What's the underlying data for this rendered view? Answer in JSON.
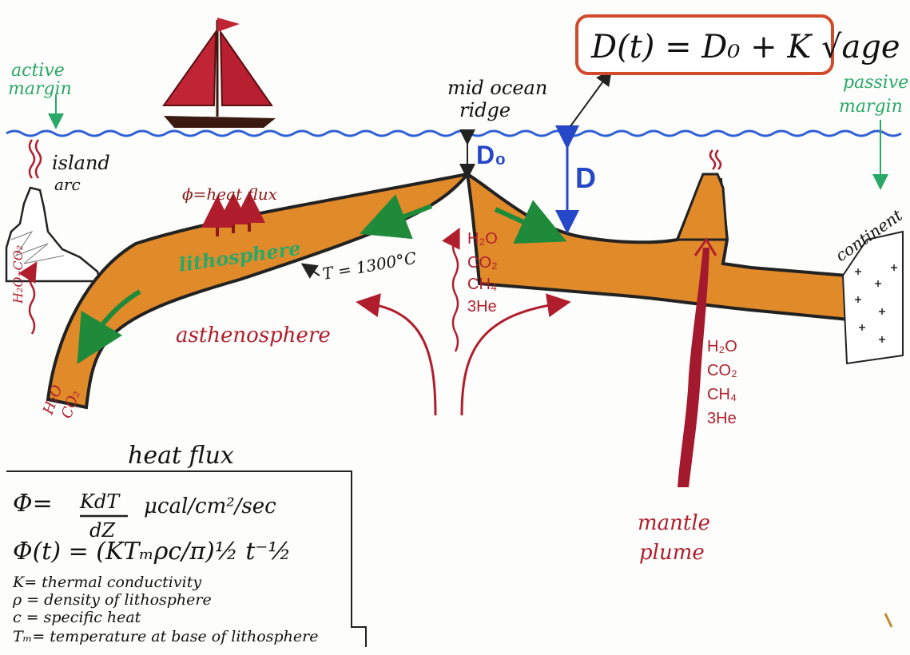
{
  "formula_depth": "D(t) = D₀ + K √age",
  "labels": {
    "active_margin_1": "active",
    "active_margin_2": "margin",
    "passive_margin_1": "passive",
    "passive_margin_2": "margin",
    "mid_ocean_1": "mid ocean",
    "mid_ocean_2": "ridge",
    "island_1": "island",
    "island_2": "arc",
    "d0": "D₀",
    "d": "D",
    "heat_flux_small": "ϕ=heat flux",
    "lithosphere": "lithosphere",
    "temp": "T = 1300°C",
    "asthenosphere": "asthenosphere",
    "continent": "continent",
    "mantle_1": "mantle",
    "mantle_2": "plume",
    "h2o_co2_left": "H₂O–CO₂",
    "h2o_bottom": "H₂O",
    "co2_bottom": "CO₂"
  },
  "gas_ridge": [
    "H₂O",
    "CO₂",
    "CH₄",
    "3He"
  ],
  "gas_plume": [
    "H₂O",
    "CO₂",
    "CH₄",
    "3He"
  ],
  "box": {
    "title": "heat flux",
    "eq1_lhs": "Φ=",
    "eq1_num": "KdT",
    "eq1_den": "dZ",
    "eq1_unit": "μcal/cm²/sec",
    "eq2": "Φ(t) = (KTₘρc/π)½ t⁻½",
    "defs": [
      "K= thermal conductivity",
      "ρ = density of lithosphere",
      "c = specific heat",
      "Tₘ= temperature at base of lithosphere"
    ]
  },
  "colors": {
    "ocean": "#2f5fd6",
    "plate": "#e08a2a",
    "red": "#b01e2e",
    "green": "#2aa868",
    "blue": "#2747c9"
  }
}
